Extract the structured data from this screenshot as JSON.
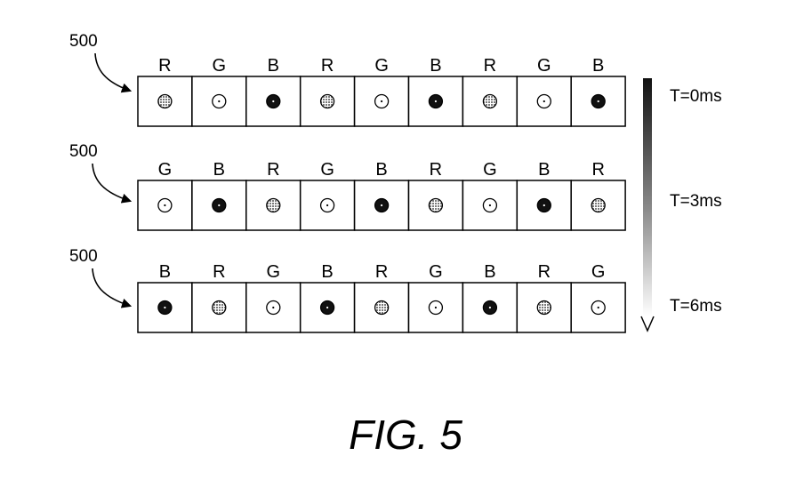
{
  "figure": {
    "caption": "FIG. 5"
  },
  "rows": [
    {
      "ref": "500",
      "time": "T=0ms",
      "cells": [
        {
          "letter": "R",
          "dot": "hatched"
        },
        {
          "letter": "G",
          "dot": "hollow"
        },
        {
          "letter": "B",
          "dot": "solid"
        },
        {
          "letter": "R",
          "dot": "hatched"
        },
        {
          "letter": "G",
          "dot": "hollow"
        },
        {
          "letter": "B",
          "dot": "solid"
        },
        {
          "letter": "R",
          "dot": "hatched"
        },
        {
          "letter": "G",
          "dot": "hollow"
        },
        {
          "letter": "B",
          "dot": "solid"
        }
      ]
    },
    {
      "ref": "500",
      "time": "T=3ms",
      "cells": [
        {
          "letter": "G",
          "dot": "hollow"
        },
        {
          "letter": "B",
          "dot": "solid"
        },
        {
          "letter": "R",
          "dot": "hatched"
        },
        {
          "letter": "G",
          "dot": "hollow"
        },
        {
          "letter": "B",
          "dot": "solid"
        },
        {
          "letter": "R",
          "dot": "hatched"
        },
        {
          "letter": "G",
          "dot": "hollow"
        },
        {
          "letter": "B",
          "dot": "solid"
        },
        {
          "letter": "R",
          "dot": "hatched"
        }
      ]
    },
    {
      "ref": "500",
      "time": "T=6ms",
      "cells": [
        {
          "letter": "B",
          "dot": "solid"
        },
        {
          "letter": "R",
          "dot": "hatched"
        },
        {
          "letter": "G",
          "dot": "hollow"
        },
        {
          "letter": "B",
          "dot": "solid"
        },
        {
          "letter": "R",
          "dot": "hatched"
        },
        {
          "letter": "G",
          "dot": "hollow"
        },
        {
          "letter": "B",
          "dot": "solid"
        },
        {
          "letter": "R",
          "dot": "hatched"
        },
        {
          "letter": "G",
          "dot": "hollow"
        }
      ]
    }
  ],
  "colors": {
    "line": "#000000",
    "solid_dot": "#111111",
    "hatched_dot": "#8a8a8a"
  }
}
